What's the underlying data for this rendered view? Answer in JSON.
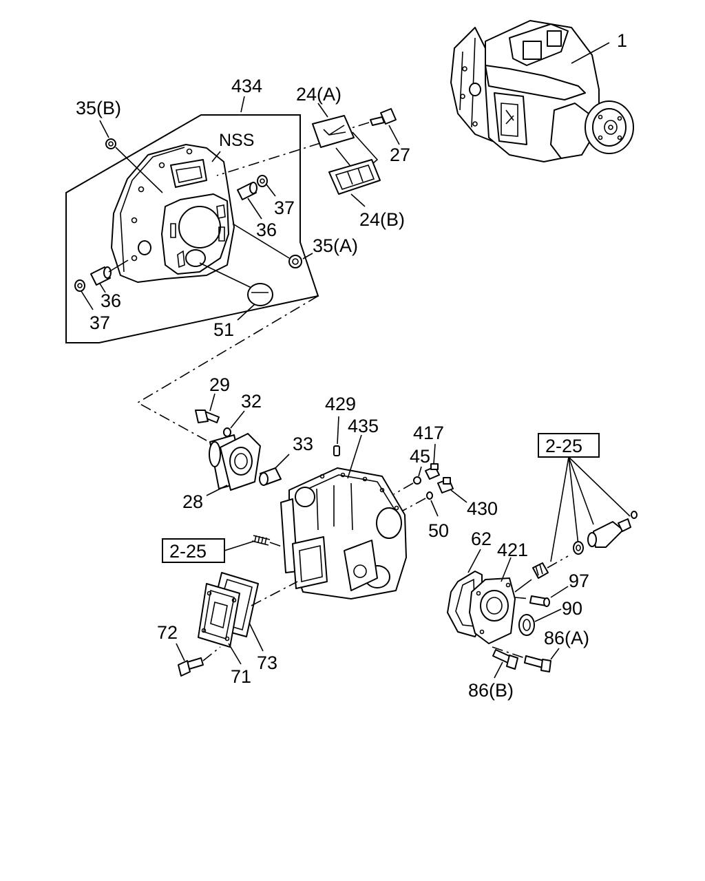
{
  "labels": {
    "p1": "1",
    "p434": "434",
    "p35b": "35(B)",
    "p24a": "24(A)",
    "nss": "NSS",
    "p27": "27",
    "p37_upper": "37",
    "p36_upper": "36",
    "p24b": "24(B)",
    "p35a": "35(A)",
    "p36_lower": "36",
    "p37_lower": "37",
    "p51": "51",
    "p29": "29",
    "p32": "32",
    "p429": "429",
    "p435": "435",
    "p417": "417",
    "p33": "33",
    "p45": "45",
    "p28": "28",
    "p430": "430",
    "p50": "50",
    "ref_left": "2-25",
    "ref_right": "2-25",
    "p62": "62",
    "p421": "421",
    "p97": "97",
    "p90": "90",
    "p86a": "86(A)",
    "p72": "72",
    "p73": "73",
    "p71": "71",
    "p86b": "86(B)"
  }
}
